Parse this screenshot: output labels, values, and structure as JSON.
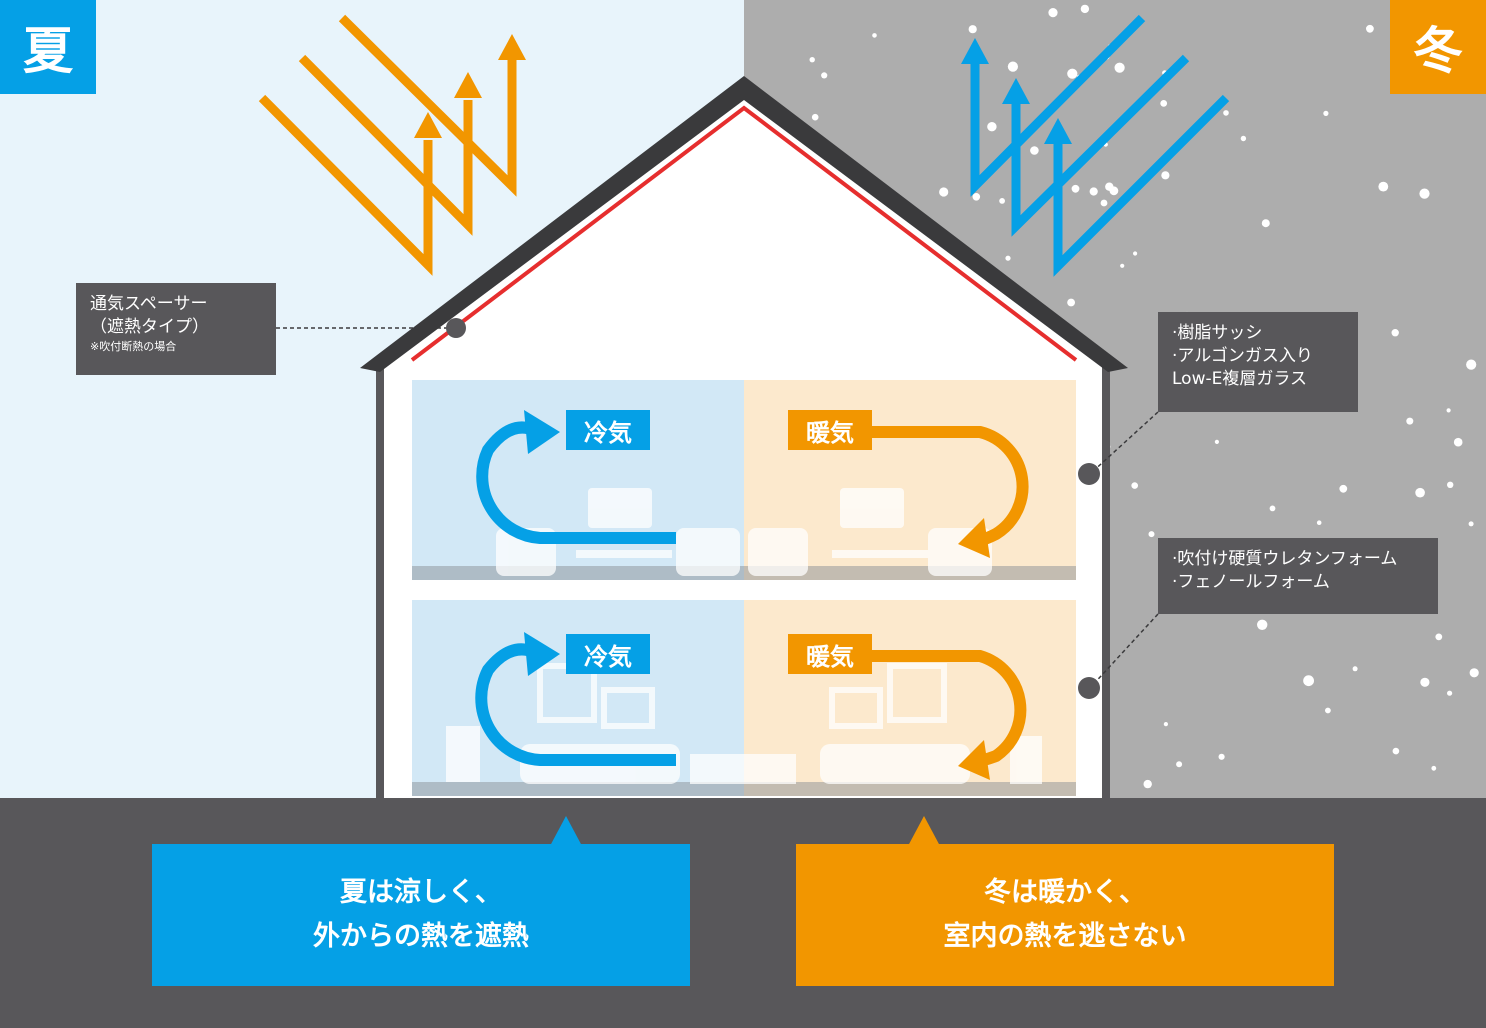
{
  "seasons": {
    "summer": "夏",
    "winter": "冬"
  },
  "callouts": {
    "spacer": {
      "line1": "通気スペーサー",
      "line2": "（遮熱タイプ）",
      "note": "※吹付断熱の場合"
    },
    "window": {
      "line1": "·樹脂サッシ",
      "line2": "·アルゴンガス入り",
      "line3": "Low-E複層ガラス"
    },
    "insulation": {
      "line1": "·吹付け硬質ウレタンフォーム",
      "line2": "·フェノールフォーム"
    }
  },
  "rooms": {
    "cool_label": "冷気",
    "warm_label": "暖気"
  },
  "messages": {
    "summer": {
      "line1": "夏は涼しく、",
      "line2": "外からの熱を遮熱"
    },
    "winter": {
      "line1": "冬は暖かく、",
      "line2": "室内の熱を逃さない"
    }
  },
  "colors": {
    "summer_blue": "#05a0e6",
    "winter_orange": "#f29600",
    "summer_sky": "#e8f4fb",
    "winter_sky": "#adadad",
    "roof": "#3a3a3c",
    "reflective_layer": "#e62e2e",
    "base_gray": "#58575a"
  }
}
